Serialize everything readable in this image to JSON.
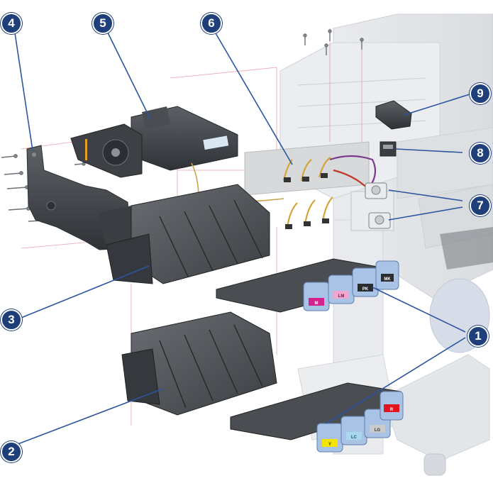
{
  "callouts": [
    "1",
    "2",
    "3",
    "4",
    "5",
    "6",
    "7",
    "8",
    "9"
  ],
  "ink_labels": {
    "upper": [
      "M",
      "LM",
      "PK",
      "MK"
    ],
    "lower": [
      "Y",
      "LC",
      "LG",
      "R"
    ]
  },
  "colors": {
    "callout_fill": "#1f3f7a",
    "leader_line": "#2c55a0",
    "magenta": "#d6228f",
    "light_magenta": "#f2a6cf",
    "yellow": "#f5e400",
    "light_cyan": "#a9d8ef",
    "light_gray": "#c9cbcd",
    "red": "#e0151e",
    "cartridge_blue": "#a9c3e6"
  }
}
